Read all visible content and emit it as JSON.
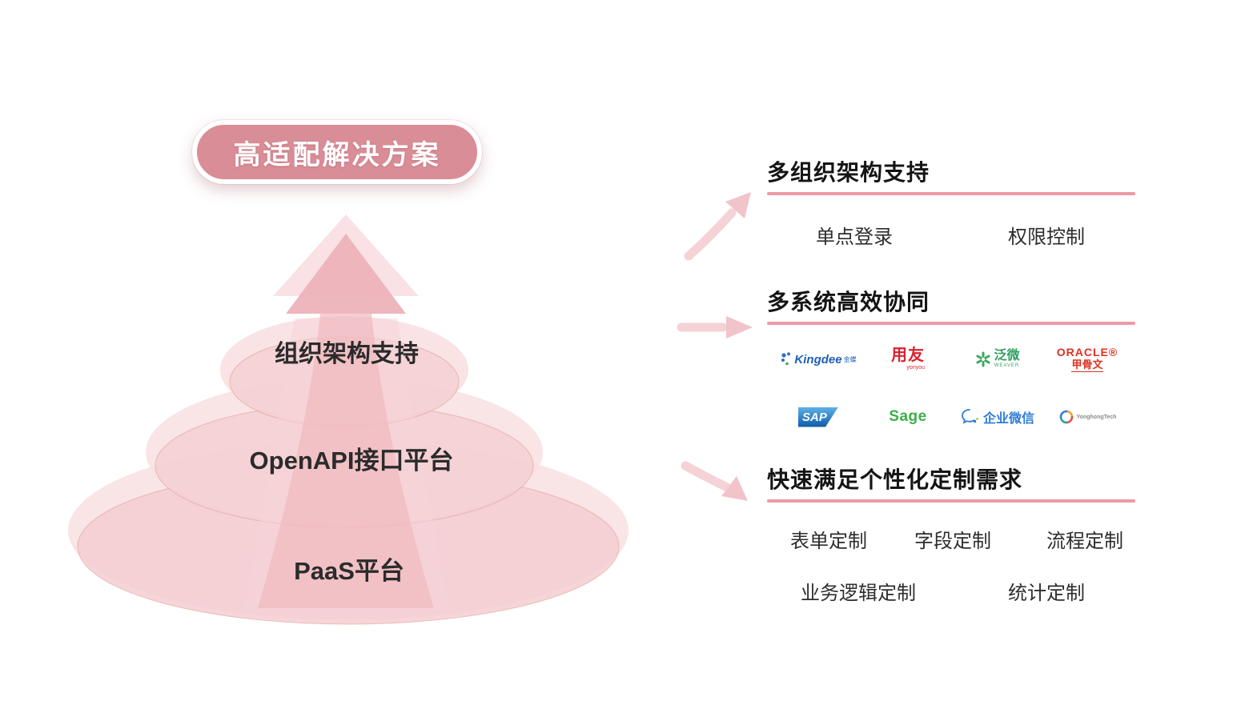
{
  "title_pill": {
    "label": "高适配解决方案"
  },
  "pyramid": {
    "tiers": [
      {
        "label": "组织架构支持"
      },
      {
        "label": "OpenAPI接口平台"
      },
      {
        "label": "PaaS平台"
      }
    ]
  },
  "sections": [
    {
      "title": "多组织架构支持",
      "items": [
        "单点登录",
        "权限控制"
      ]
    },
    {
      "title": "多系统高效协同",
      "logos": [
        {
          "name": "Kingdee",
          "suffix": "金蝶"
        },
        {
          "name": "用友",
          "subtext": "yonyou"
        },
        {
          "name": "泛微",
          "subtext": "WEAVER"
        },
        {
          "name": "ORACLE®",
          "subtext": "甲骨文"
        },
        {
          "name": "SAP"
        },
        {
          "name": "Sage"
        },
        {
          "name": "企业微信"
        },
        {
          "name": "YonghongTech"
        }
      ]
    },
    {
      "title": "快速满足个性化定制需求",
      "items_row1": [
        "表单定制",
        "字段定制",
        "流程定制"
      ],
      "items_row2": [
        "业务逻辑定制",
        "统计定制"
      ]
    }
  ],
  "colors": {
    "pill_bg": "#d98d96",
    "divider": "#ee9aa5",
    "pyramid_light": "#f8e0e2",
    "pyramid_mid": "#f4ced2",
    "arrow": "#efb9bf"
  }
}
